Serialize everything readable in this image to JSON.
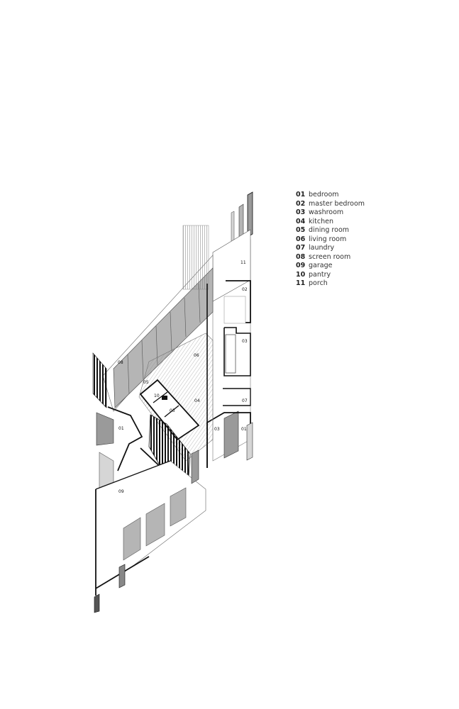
{
  "legend": [
    {
      "num": "01",
      "name": "bedroom"
    },
    {
      "num": "02",
      "name": "master bedroom"
    },
    {
      "num": "03",
      "name": "washroom"
    },
    {
      "num": "04",
      "name": "kitchen"
    },
    {
      "num": "05",
      "name": "dining room"
    },
    {
      "num": "06",
      "name": "living room"
    },
    {
      "num": "07",
      "name": "laundry"
    },
    {
      "num": "08",
      "name": "screen room"
    },
    {
      "num": "09",
      "name": "garage"
    },
    {
      "num": "10",
      "name": "pantry"
    },
    {
      "num": "11",
      "name": "porch"
    }
  ],
  "room_tags": {
    "porch": "11",
    "master_bedroom": "02",
    "washroom_east": "03",
    "laundry": "07",
    "bedroom_east": "01",
    "washroom_south": "03",
    "screen_room": "08",
    "living_room": "06",
    "dining_room": "05",
    "pantry": "10",
    "washroom_core": "03",
    "kitchen": "04",
    "bedroom_west": "01",
    "garage": "09"
  },
  "colors": {
    "wall": "#111111",
    "shade_dark": "#9a9a9a",
    "shade_mid": "#b5b5b5",
    "shade_light": "#d6d6d6",
    "hatch": "#8c8c8c"
  }
}
